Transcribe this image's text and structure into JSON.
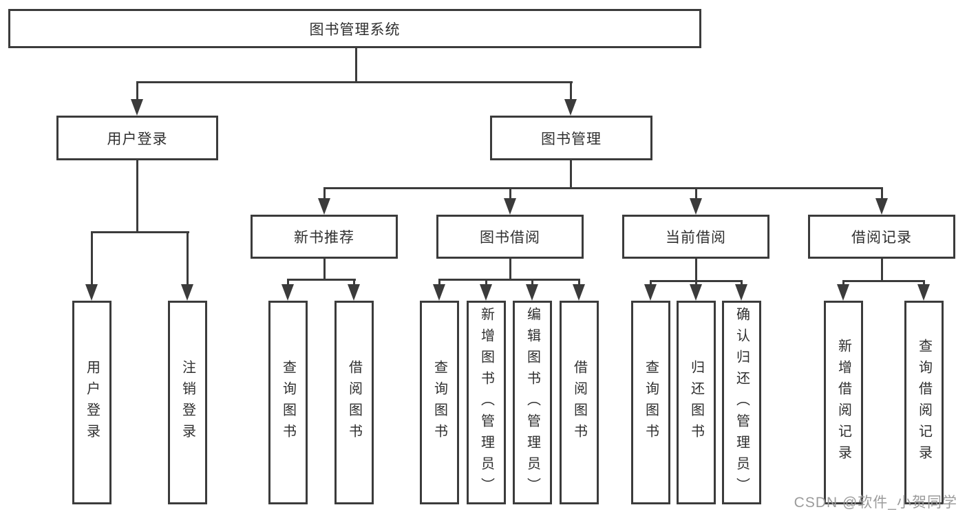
{
  "diagram": {
    "title": "图书管理系统",
    "root": {
      "label": "图书管理系统"
    },
    "level2": [
      {
        "label": "用户登录"
      },
      {
        "label": "图书管理"
      }
    ],
    "level3": [
      {
        "label": "新书推荐"
      },
      {
        "label": "图书借阅"
      },
      {
        "label": "当前借阅"
      },
      {
        "label": "借阅记录"
      }
    ],
    "leaves": {
      "user_login": [
        {
          "label": "用户登录"
        },
        {
          "label": "注销登录"
        }
      ],
      "new_book": [
        {
          "label": "查询图书"
        },
        {
          "label": "借阅图书"
        }
      ],
      "book_borrow": [
        {
          "label": "查询图书"
        },
        {
          "label": "新增图书（管理员）"
        },
        {
          "label": "编辑图书（管理员）"
        },
        {
          "label": "借阅图书"
        }
      ],
      "current_borrow": [
        {
          "label": "查询图书"
        },
        {
          "label": "归还图书"
        },
        {
          "label": "确认归还（管理员）"
        }
      ],
      "records": [
        {
          "label": "新增借阅记录"
        },
        {
          "label": "查询借阅记录"
        }
      ]
    }
  },
  "watermark": {
    "text": "CSDN @软件_小贺同学"
  },
  "colors": {
    "line": "#3b3b3b",
    "text": "#2f2f2f",
    "background": "#ffffff",
    "watermark": "#9b9b9b"
  }
}
